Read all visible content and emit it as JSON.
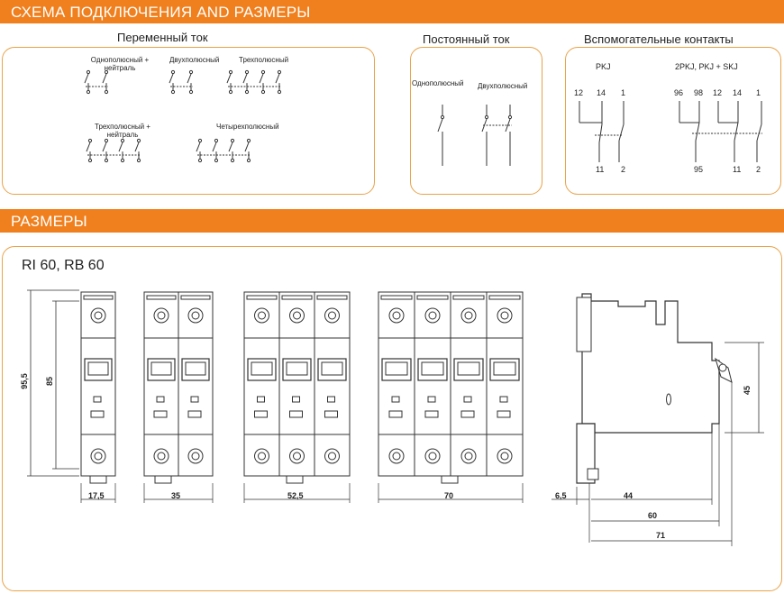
{
  "header": {
    "title": "СХЕМА ПОДКЛЮЧЕНИЯ AND РАЗМЕРЫ"
  },
  "ac": {
    "title": "Переменный ток",
    "labels": [
      "Однополюсный + нейтраль",
      "Двухполюсный",
      "Трехполюсный",
      "Трехполюсный + нейтраль",
      "Четырехполюсный"
    ]
  },
  "dc": {
    "title": "Постоянный ток",
    "labels": [
      "Однополюсный",
      "Двухполюсный"
    ]
  },
  "aux": {
    "title": "Вспомогательные контакты",
    "pkj": {
      "label": "PKJ",
      "top": [
        "12",
        "14",
        "1"
      ],
      "bottom": [
        "11",
        "2"
      ]
    },
    "multi": {
      "label": "2PKJ, PKJ + SKJ",
      "top": [
        "96",
        "98",
        "12",
        "14",
        "1"
      ],
      "bottom": [
        "95",
        "11",
        "2"
      ]
    }
  },
  "sizes": {
    "title": "РАЗМЕРЫ",
    "model": "RI 60, RB 60",
    "height_outer": "95,5",
    "height_inner": "85",
    "widths": [
      "17,5",
      "35",
      "52,5",
      "70"
    ],
    "side": {
      "depth_a": "6,5",
      "depth_b": "44",
      "depth_c": "60",
      "depth_d": "71",
      "height": "45"
    }
  },
  "colors": {
    "accent": "#f07f1d",
    "frame": "#e9a248"
  }
}
